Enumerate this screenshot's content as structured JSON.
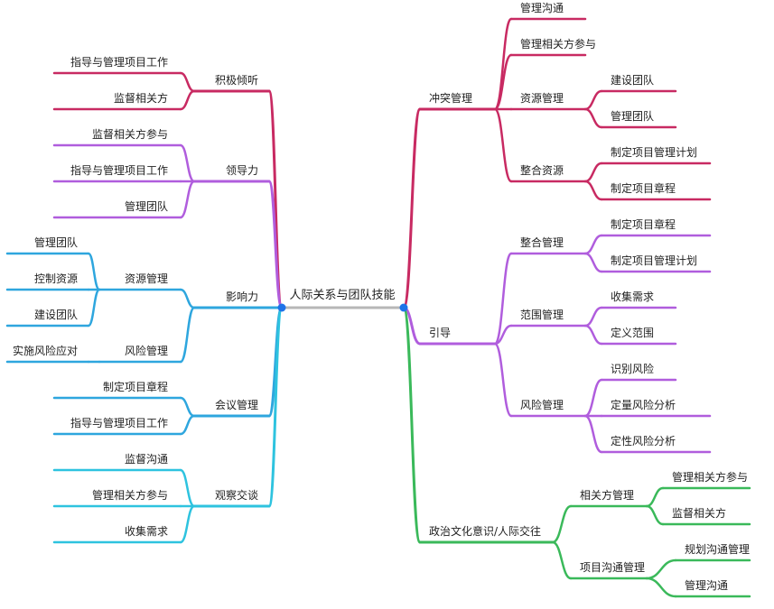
{
  "root": "人际关系与团队技能",
  "colors": {
    "root_line": "#b7b7b7",
    "root_dot": "#1e73e8",
    "crimson": "#c82a62",
    "purple": "#b05ddd",
    "blue": "#2ea6de",
    "teal": "#2ec3df",
    "green": "#3ab95a"
  },
  "left": [
    {
      "label": "积极倾听",
      "color": "crimson",
      "children": [
        {
          "label": "指导与管理项目工作"
        },
        {
          "label": "监督相关方"
        }
      ]
    },
    {
      "label": "领导力",
      "color": "purple",
      "children": [
        {
          "label": "监督相关方参与"
        },
        {
          "label": "指导与管理项目工作"
        },
        {
          "label": "管理团队"
        }
      ]
    },
    {
      "label": "影响力",
      "color": "blue",
      "children": [
        {
          "label": "资源管理",
          "children": [
            {
              "label": "管理团队"
            },
            {
              "label": "控制资源"
            },
            {
              "label": "建设团队"
            }
          ]
        },
        {
          "label": "风险管理",
          "children": [
            {
              "label": "实施风险应对"
            }
          ]
        }
      ]
    },
    {
      "label": "会议管理",
      "color": "blue",
      "children": [
        {
          "label": "制定项目章程"
        },
        {
          "label": "指导与管理项目工作"
        }
      ]
    },
    {
      "label": "观察交谈",
      "color": "teal",
      "children": [
        {
          "label": "监督沟通"
        },
        {
          "label": "管理相关方参与"
        },
        {
          "label": "收集需求"
        }
      ]
    }
  ],
  "right": [
    {
      "label": "冲突管理",
      "color": "crimson",
      "children": [
        {
          "label": "管理沟通"
        },
        {
          "label": "管理相关方参与"
        },
        {
          "label": "资源管理",
          "children": [
            {
              "label": "建设团队"
            },
            {
              "label": "管理团队"
            }
          ]
        },
        {
          "label": "整合资源",
          "children": [
            {
              "label": "制定项目管理计划"
            },
            {
              "label": "制定项目章程"
            }
          ]
        }
      ]
    },
    {
      "label": "引导",
      "color": "purple",
      "children": [
        {
          "label": "整合管理",
          "children": [
            {
              "label": "制定项目章程"
            },
            {
              "label": "制定项目管理计划"
            }
          ]
        },
        {
          "label": "范围管理",
          "children": [
            {
              "label": "收集需求"
            },
            {
              "label": "定义范围"
            }
          ]
        },
        {
          "label": "风险管理",
          "children": [
            {
              "label": "识别风险"
            },
            {
              "label": "定量风险分析"
            },
            {
              "label": "定性风险分析"
            }
          ]
        }
      ]
    },
    {
      "label": "政治文化意识/人际交往",
      "color": "green",
      "children": [
        {
          "label": "相关方管理",
          "children": [
            {
              "label": "管理相关方参与"
            },
            {
              "label": "监督相关方"
            }
          ]
        },
        {
          "label": "项目沟通管理",
          "children": [
            {
              "label": "规划沟通管理"
            },
            {
              "label": "管理沟通"
            }
          ]
        }
      ]
    }
  ]
}
